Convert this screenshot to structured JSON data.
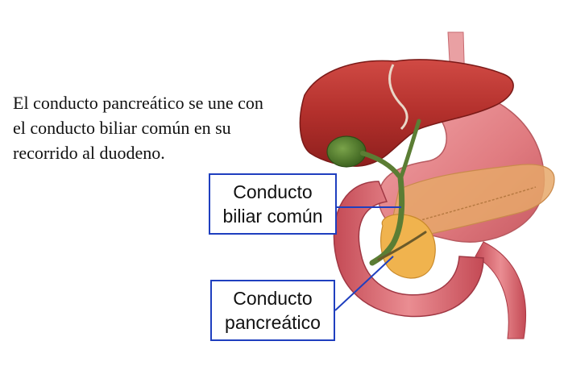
{
  "caption": "El conducto pancreático se une con el conducto biliar común en su recorrido al duodeno.",
  "labels": {
    "bile_duct": [
      "Conducto",
      "biliar común"
    ],
    "pancreatic_duct": [
      "Conducto",
      "pancreático"
    ]
  },
  "colors": {
    "liver": "#b3302c",
    "stomach": "#e58a8d",
    "pancreas": "#e6a86a",
    "gallbladder": "#4e7a2c",
    "duct": "#5b7d34",
    "duodenum": "#d9646c",
    "label_border": "#1f3fbf"
  }
}
